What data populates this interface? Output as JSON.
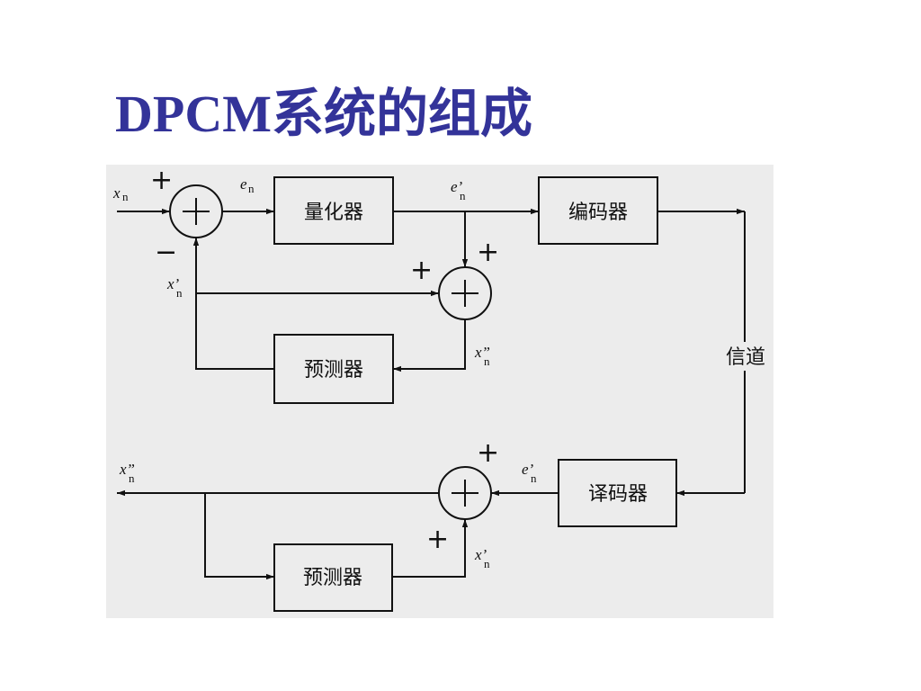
{
  "title": "DPCM系统的组成",
  "encoder": {
    "quantizer_label": "量化器",
    "coder_label": "编码器",
    "predictor_label": "预测器",
    "input_var": "x",
    "input_sub": "n",
    "error_var": "e",
    "error_sub": "n",
    "quant_error_var": "e’",
    "quant_error_sub": "n",
    "pred_var": "x’",
    "pred_sub": "n",
    "recon_var": "x”",
    "recon_sub": "n",
    "sum1_plus": "+",
    "sum1_minus": "−",
    "sum2_plus_top": "+",
    "sum2_plus_left": "+"
  },
  "channel": {
    "label": "信道"
  },
  "decoder": {
    "decoder_label": "译码器",
    "predictor_label": "预测器",
    "input_var": "e’",
    "input_sub": "n",
    "output_var": "x”",
    "output_sub": "n",
    "pred_var": "x’",
    "pred_sub": "n",
    "sum_plus_top": "+",
    "sum_plus_bottom": "+"
  }
}
